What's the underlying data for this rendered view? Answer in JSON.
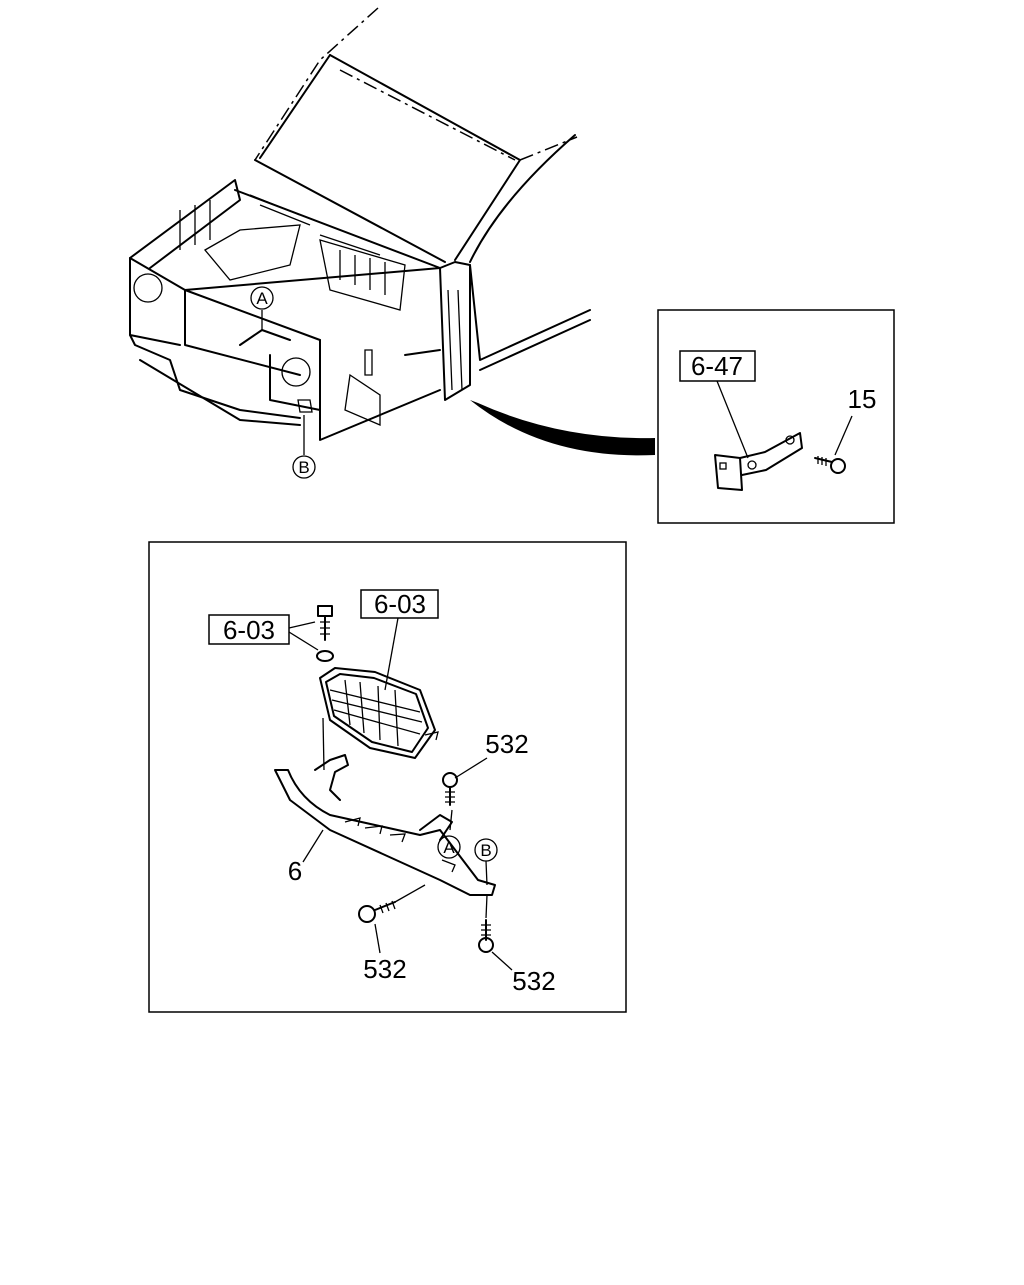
{
  "callouts": {
    "tag_6_47": "6-47",
    "num_15": "15",
    "tag_6_03_left": "6-03",
    "tag_6_03_right": "6-03",
    "num_532_upper": "532",
    "num_6": "6",
    "num_532_lower_left": "532",
    "num_532_lower_right": "532"
  },
  "markers": {
    "a_top": "A",
    "b_top": "B",
    "a_lower": "A",
    "b_lower": "B"
  },
  "icons": [
    "cab-body-drawing",
    "bracket-part",
    "bolt-part",
    "front-grille",
    "grille-panel",
    "washer"
  ],
  "colors": {
    "ink": "#000000",
    "paper": "#ffffff"
  }
}
